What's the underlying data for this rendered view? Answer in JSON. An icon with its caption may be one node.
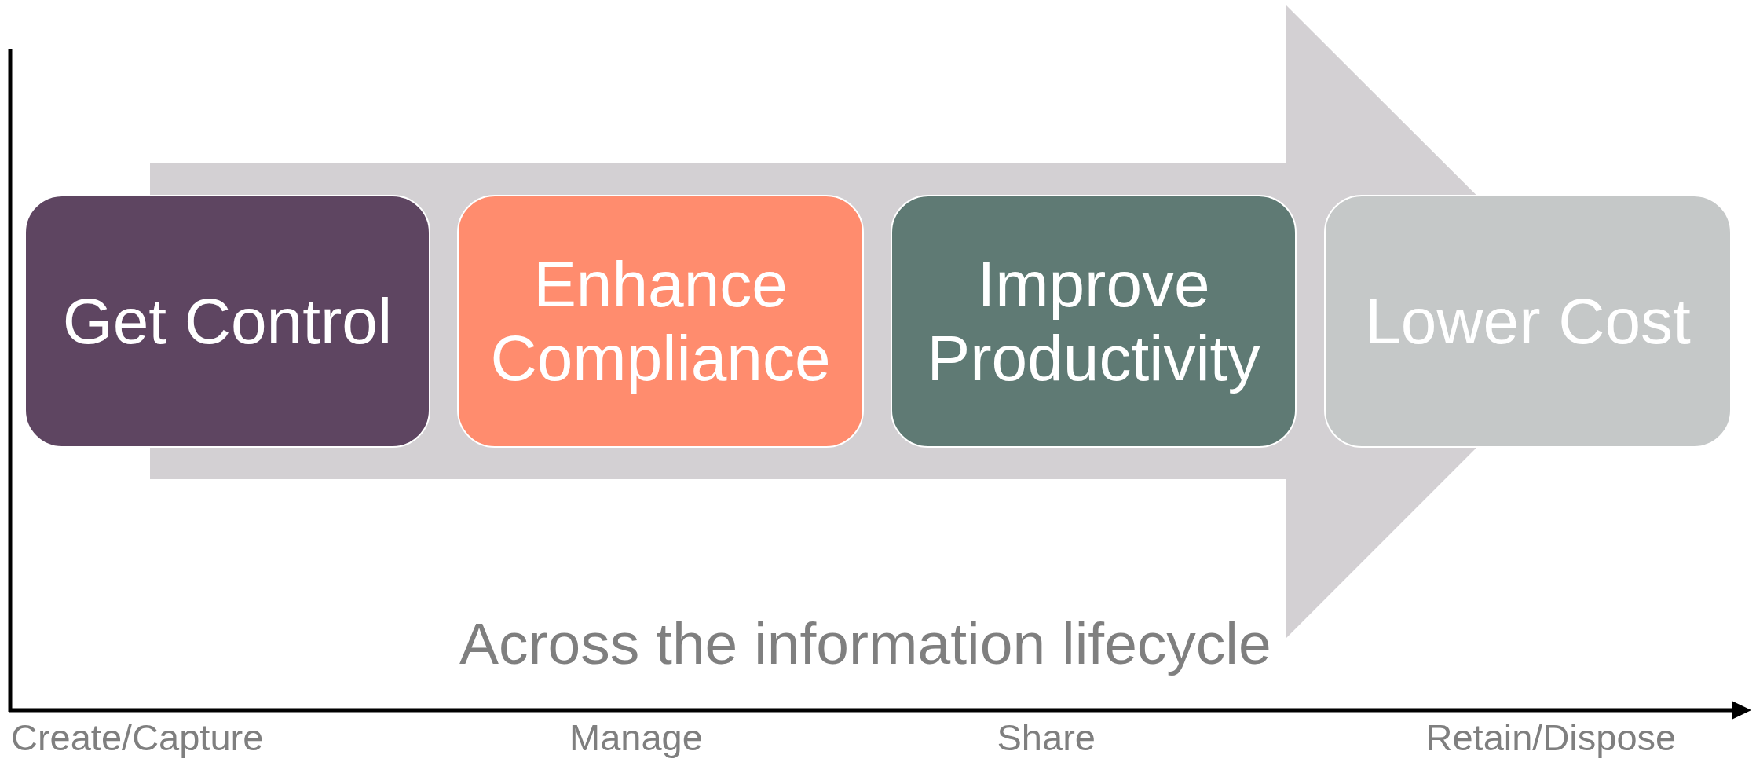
{
  "diagram": {
    "nodes": [
      {
        "text": [
          "Get Control"
        ]
      },
      {
        "text": [
          "Enhance Compliance"
        ]
      },
      {
        "text": [
          "Improve Productivity"
        ]
      },
      {
        "text": [
          "Lower Cost"
        ]
      }
    ],
    "edges": [
      {
        "from": 0,
        "to": 3,
        "arrow": "to"
      }
    ],
    "labels": [
      "Across the information lifecycle",
      "Create/Capture",
      "Manage",
      "Share",
      "Retain/Dispose"
    ]
  }
}
